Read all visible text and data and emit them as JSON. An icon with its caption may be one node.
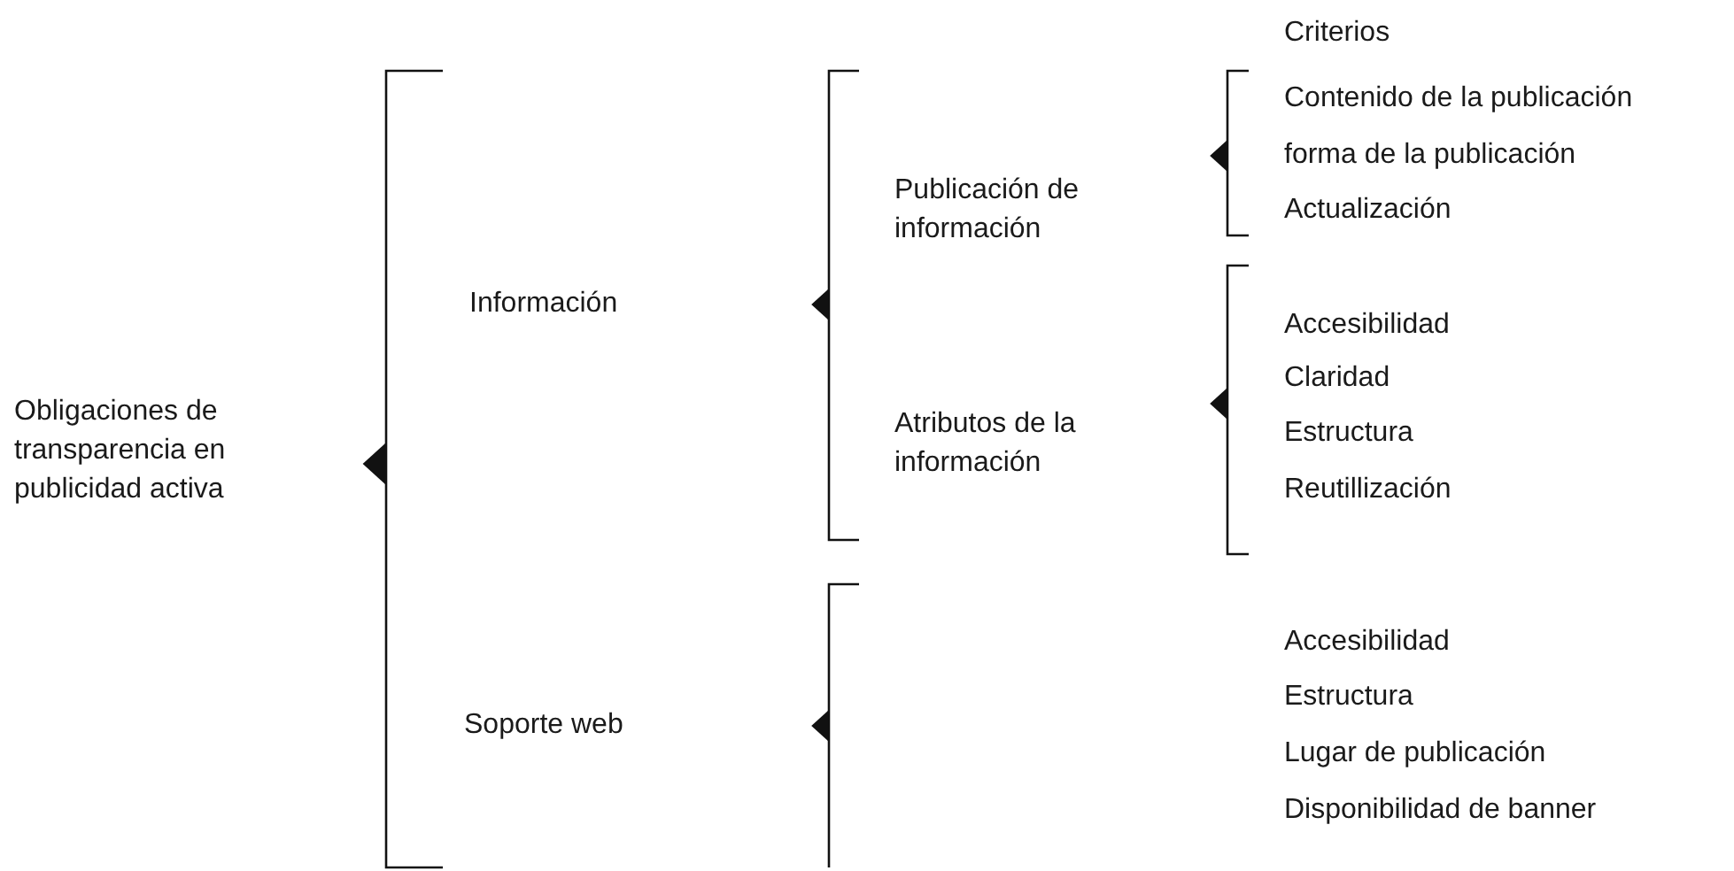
{
  "diagram": {
    "nodes": [
      {
        "text": [
          "Obligaciones de transparencia en publicidad activa"
        ]
      },
      {
        "text": [
          "Información"
        ]
      },
      {
        "text": [
          "Publicación de información"
        ]
      },
      {
        "text": [
          "Criterios"
        ]
      },
      {
        "text": [
          "Contenido de la publicación"
        ]
      },
      {
        "text": [
          "forma de la publicación"
        ]
      },
      {
        "text": [
          "Actualización"
        ]
      },
      {
        "text": [
          "Atributos de la información"
        ]
      },
      {
        "text": [
          "Accesibilidad"
        ]
      },
      {
        "text": [
          "Claridad"
        ]
      },
      {
        "text": [
          "Estructura"
        ]
      },
      {
        "text": [
          "Reutillización"
        ]
      },
      {
        "text": [
          "Soporte web"
        ]
      },
      {
        "text": [
          "Accesibilidad"
        ]
      },
      {
        "text": [
          "Estructura"
        ]
      },
      {
        "text": [
          "Lugar de publicación"
        ]
      },
      {
        "text": [
          "Disponibilidad de banner"
        ]
      }
    ]
  }
}
